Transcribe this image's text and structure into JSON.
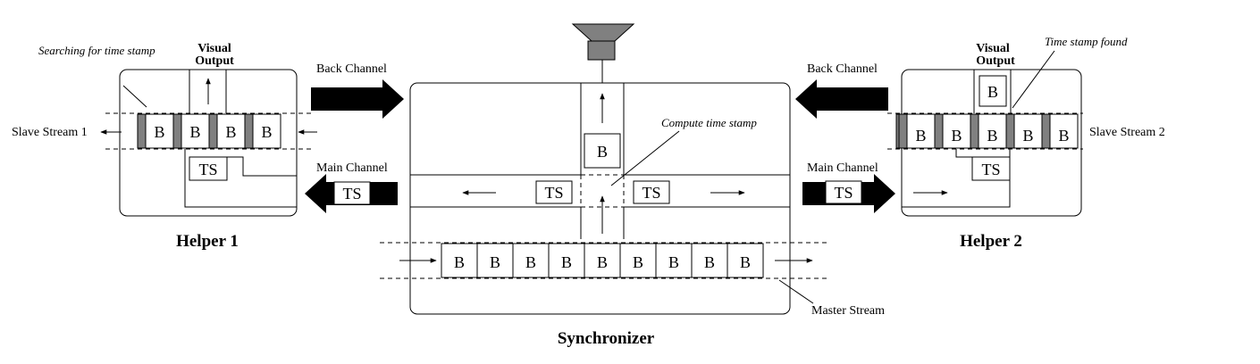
{
  "synchronizer": {
    "title": "Synchronizer",
    "compute_note": "Compute time stamp",
    "master_stream_label": "Master Stream",
    "block_label": "B",
    "ts_label": "TS"
  },
  "helper1": {
    "title": "Helper 1",
    "searching_note": "Searching for time stamp",
    "visual_output_line1": "Visual",
    "visual_output_line2": "Output",
    "stream_label": "Slave Stream 1",
    "block_label": "B",
    "ts_label": "TS"
  },
  "helper2": {
    "title": "Helper 2",
    "found_note": "Time stamp found",
    "visual_output_line1": "Visual",
    "visual_output_line2": "Output",
    "stream_label": "Slave Stream 2",
    "block_label": "B",
    "ts_label": "TS"
  },
  "channels": {
    "back_left": "Back Channel",
    "back_right": "Back Channel",
    "main_left": "Main Channel",
    "main_right": "Main Channel",
    "ts_label": "TS"
  },
  "colors": {
    "separator": "#808080",
    "speaker": "#808080",
    "arrow": "#000000"
  }
}
